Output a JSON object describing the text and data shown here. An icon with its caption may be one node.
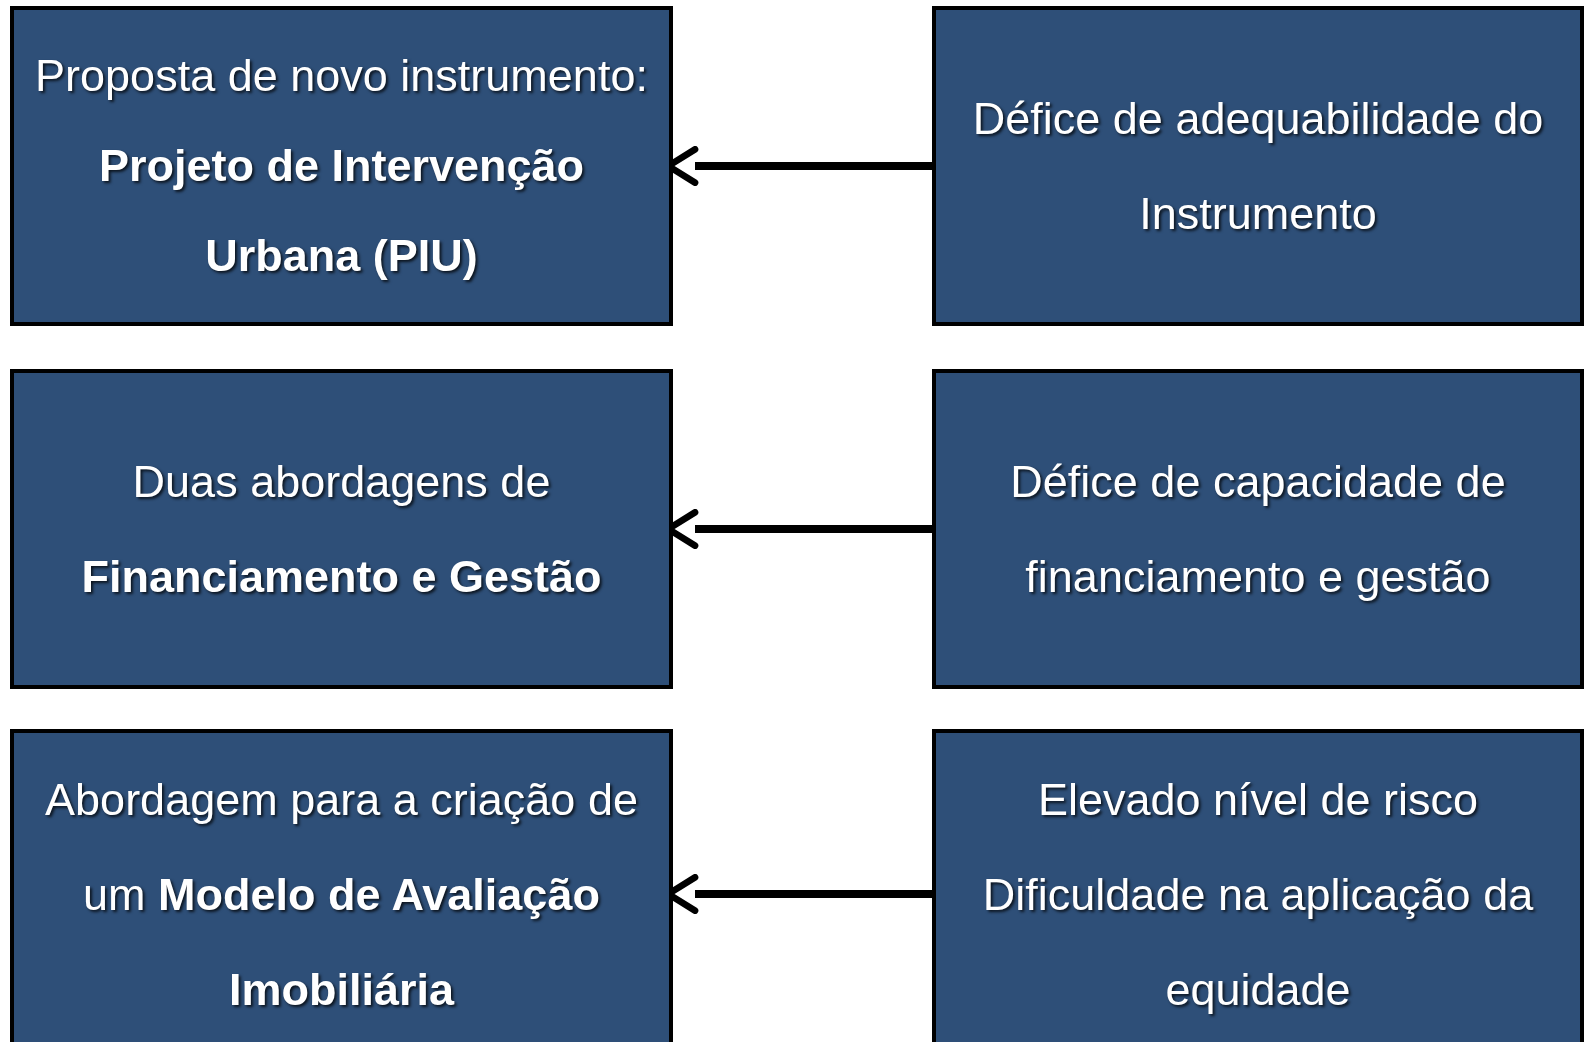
{
  "diagram": {
    "nodes": [
      {
        "text": [
          "Proposta de novo instrumento: **Projeto de Intervenção Urbana (PIU)**"
        ]
      },
      {
        "text": [
          "Défice de adequabilidade do Instrumento"
        ]
      },
      {
        "text": [
          "Duas abordagens de **Financiamento e Gestão**"
        ]
      },
      {
        "text": [
          "Défice de capacidade de financiamento e gestão"
        ]
      },
      {
        "text": [
          "Abordagem para a criação de um **Modelo de Avaliação Imobiliária**"
        ]
      },
      {
        "text": [
          "Elevado nível de risco",
          "Dificuldade na aplicação da equidade"
        ]
      }
    ],
    "edges": [
      {
        "from": 1,
        "to": 0,
        "arrow": "to"
      },
      {
        "from": 3,
        "to": 2,
        "arrow": "to"
      },
      {
        "from": 5,
        "to": 4,
        "arrow": "to"
      }
    ]
  }
}
